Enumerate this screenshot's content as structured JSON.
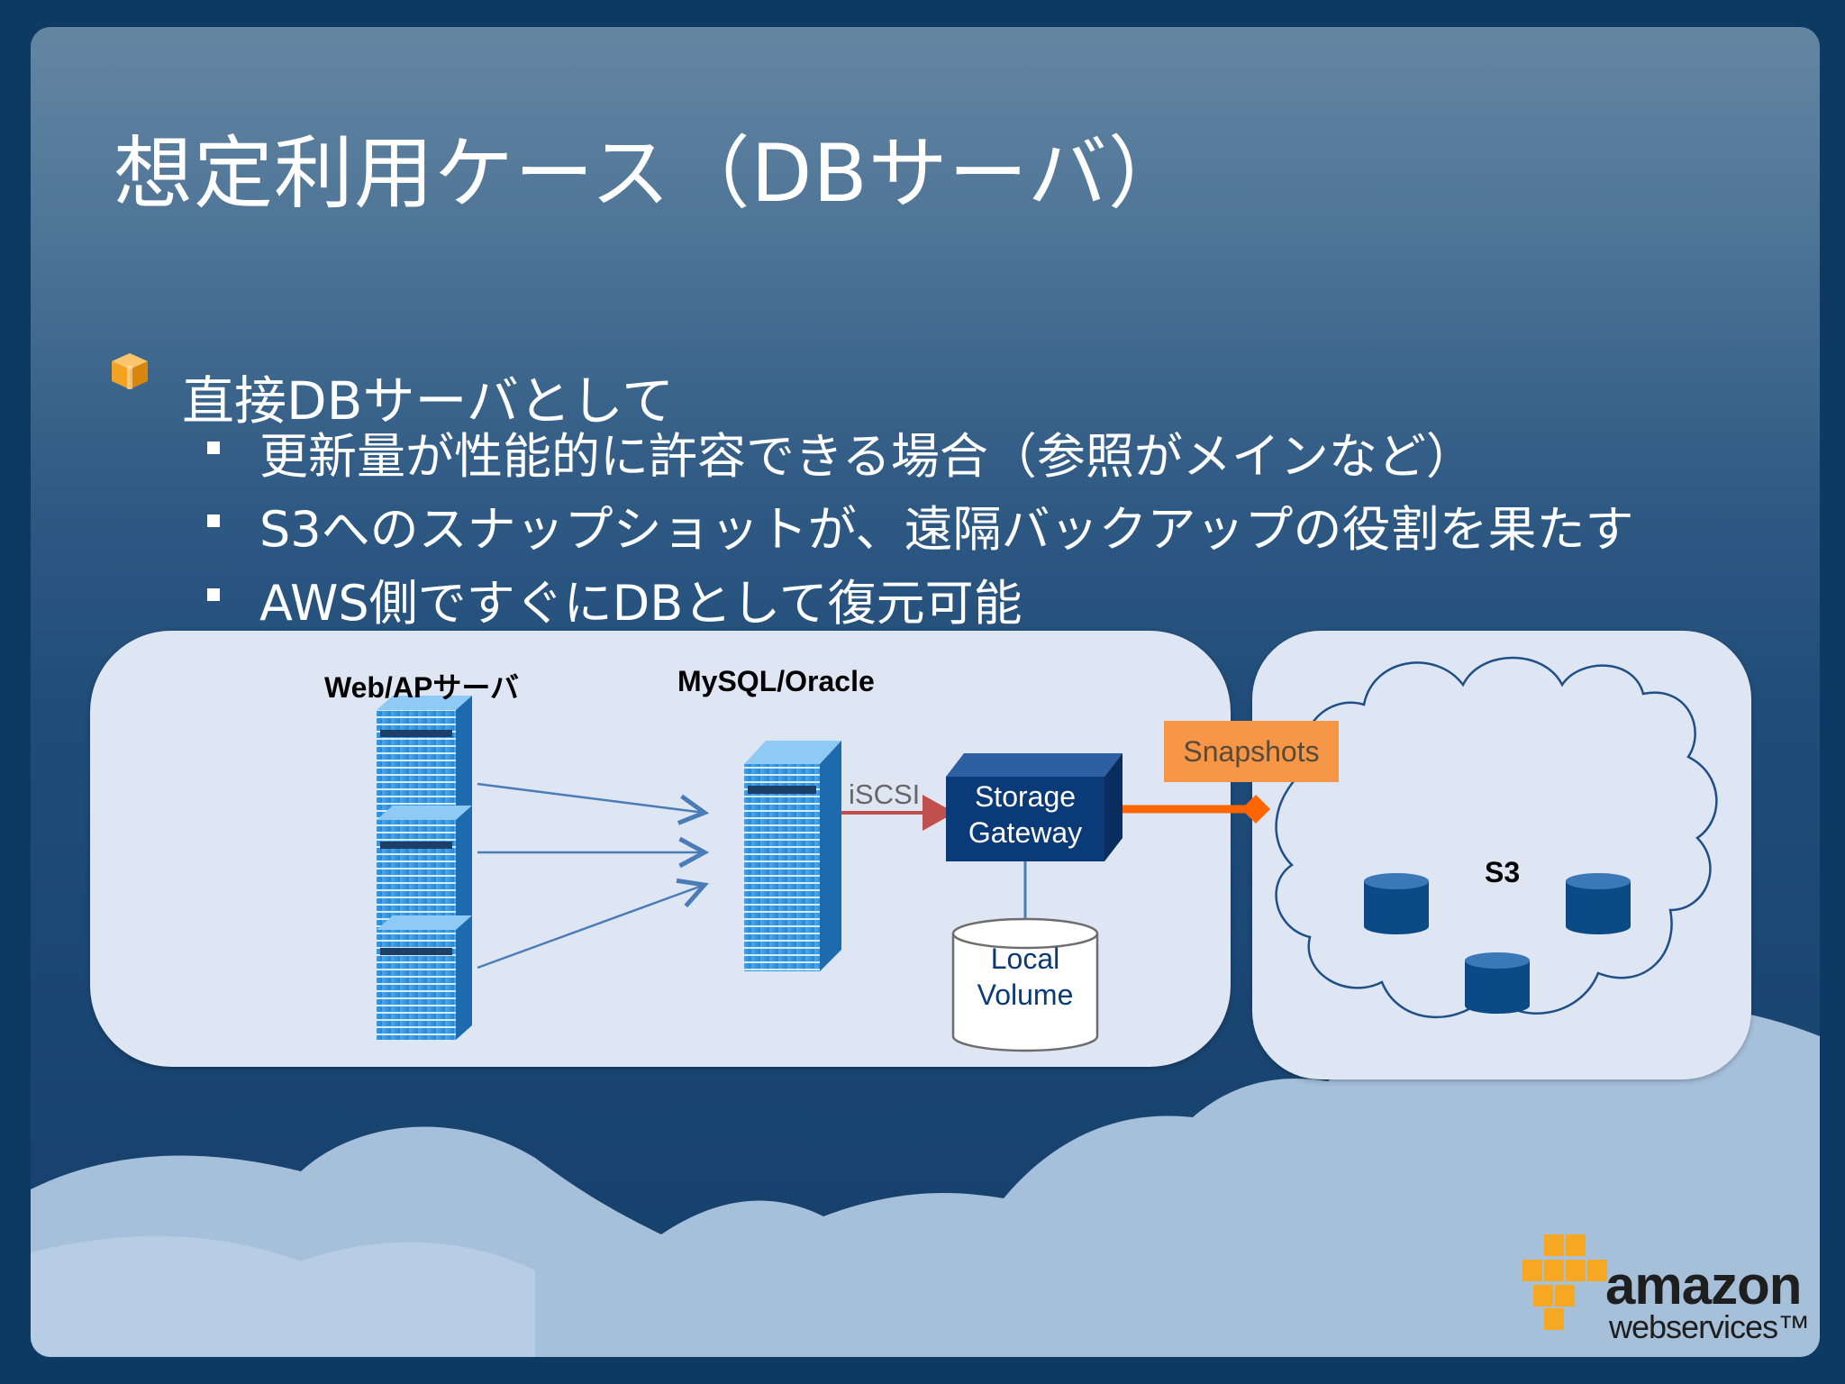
{
  "slide": {
    "title": "想定利用ケース（DBサーバ）",
    "bullet_main": "直接DBサーバとして",
    "sub_bullets": [
      "更新量が性能的に許容できる場合（参照がメインなど）",
      "S3へのスナップショットが、遠隔バックアップの役割を果たす",
      "AWS側ですぐにDBとして復元可能"
    ]
  },
  "diagram": {
    "web_ap_label": "Web/APサーバ",
    "db_label": "MySQL/Oracle",
    "iscsi_label": "iSCSI",
    "gateway_line1": "Storage",
    "gateway_line2": "Gateway",
    "volume_line1": "Local",
    "volume_line2": "Volume",
    "snapshots_label": "Snapshots",
    "s3_label": "S3"
  },
  "logo": {
    "word": "amazon",
    "sub": "webservices™"
  },
  "colors": {
    "background": "#0d3a63",
    "panel": "#dfe6f3",
    "server_blue": "#2a8ad6",
    "gateway_navy": "#0b3a78",
    "snapshot_orange": "#f79646",
    "arrow_orange": "#ff6600",
    "logo_orange": "#f7a823"
  }
}
